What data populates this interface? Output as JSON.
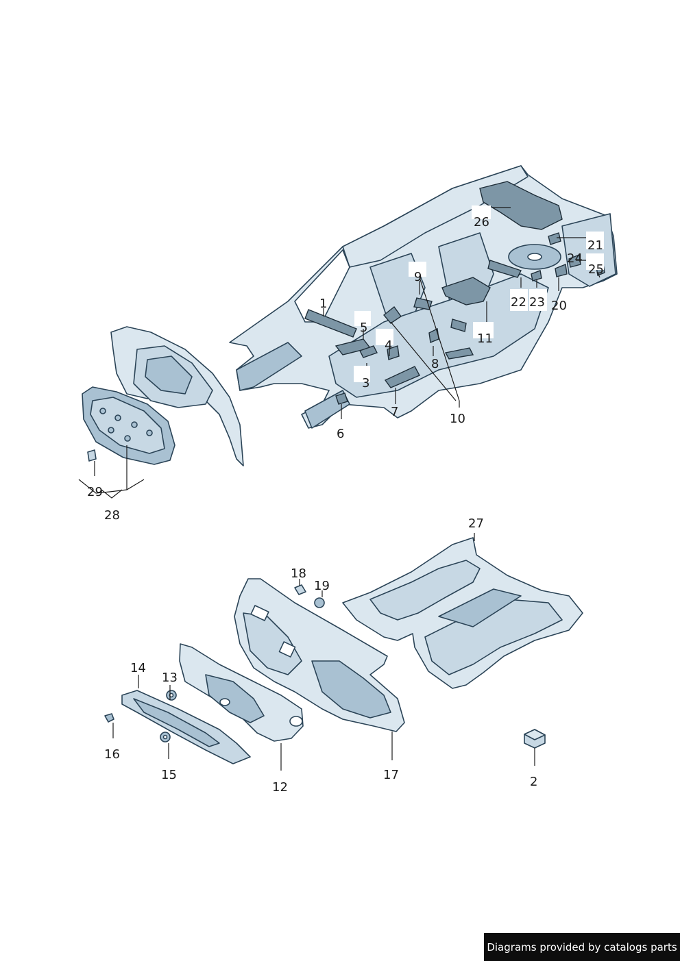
{
  "callouts": {
    "c1": "1",
    "c2": "2",
    "c3": "3",
    "c4": "4",
    "c5": "5",
    "c6": "6",
    "c7": "7",
    "c8": "8",
    "c9": "9",
    "c10": "10",
    "c11": "11",
    "c12": "12",
    "c13": "13",
    "c14": "14",
    "c15": "15",
    "c16": "16",
    "c17": "17",
    "c18": "18",
    "c19": "19",
    "c20": "20",
    "c21": "21",
    "c22": "22",
    "c23": "23",
    "c24": "24",
    "c25": "25",
    "c26": "26",
    "c27": "27",
    "c28": "28",
    "c29": "29"
  },
  "footer": {
    "text": "Diagrams provided by catalogs parts"
  },
  "colors": {
    "body": "#dbe7ef",
    "shade": "#a9c1d2",
    "pad": "#7d96a6",
    "line": "#2b4457"
  }
}
